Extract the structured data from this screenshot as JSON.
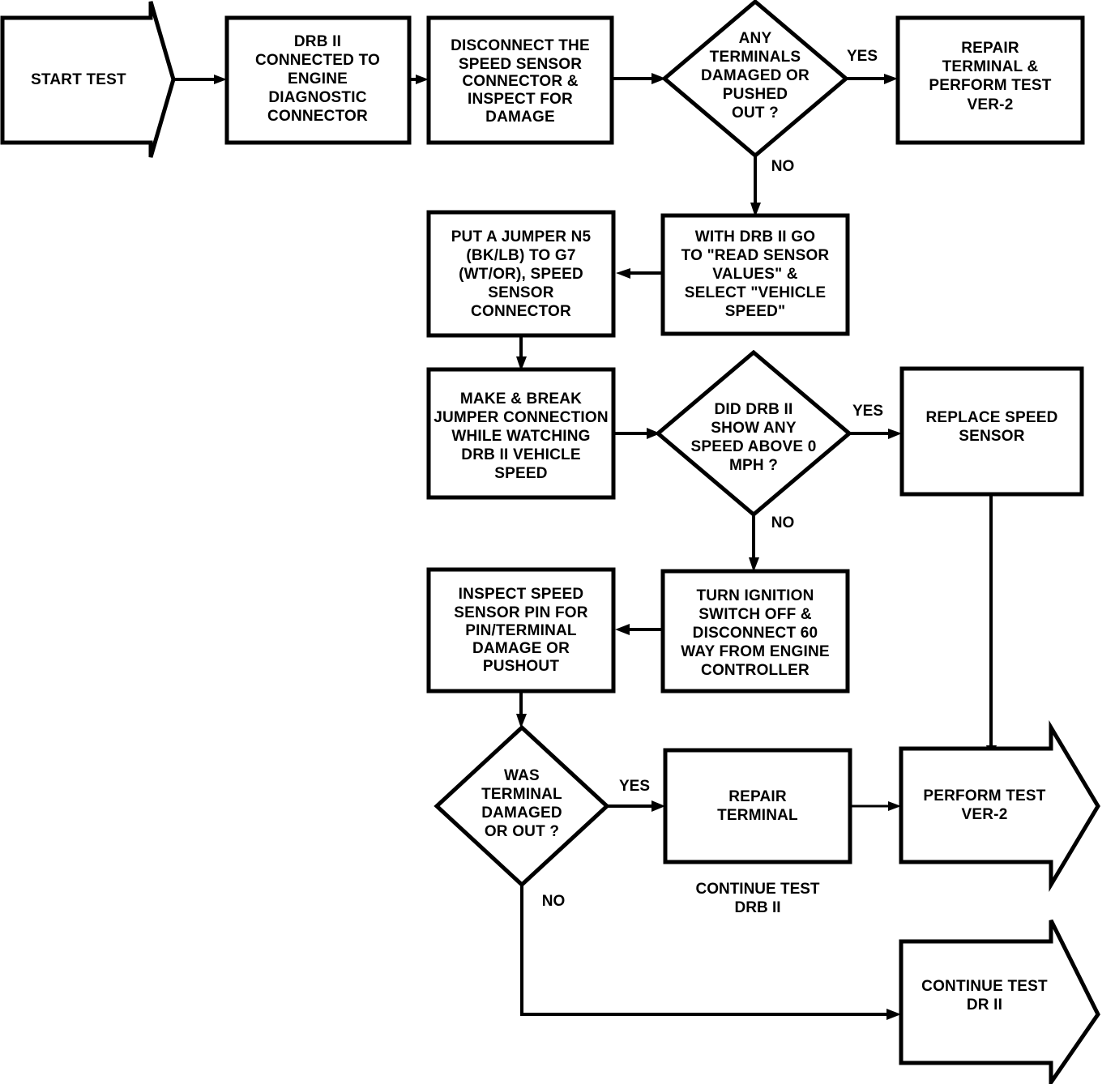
{
  "diagram": {
    "type": "flowchart",
    "title": "Vehicle Speed Sensor Diagnostic Test Flowchart",
    "nodes": [
      {
        "id": "start-test",
        "shape": "arrow-right",
        "lines": [
          "START TEST"
        ]
      },
      {
        "id": "drb-connected",
        "shape": "process",
        "lines": [
          "DRB II",
          "CONNECTED TO",
          "ENGINE",
          "DIAGNOSTIC",
          "CONNECTOR"
        ]
      },
      {
        "id": "disconnect-speed-sensor",
        "shape": "process",
        "lines": [
          "DISCONNECT THE",
          "SPEED SENSOR",
          "CONNECTOR &",
          "INSPECT FOR",
          "DAMAGE"
        ]
      },
      {
        "id": "any-terminals-damaged",
        "shape": "decision",
        "lines": [
          "ANY",
          "TERMINALS",
          "DAMAGED OR",
          "PUSHED",
          "OUT ?"
        ]
      },
      {
        "id": "repair-terminal-perform-test",
        "shape": "process",
        "lines": [
          "REPAIR",
          "TERMINAL &",
          "PERFORM TEST",
          "VER-2"
        ]
      },
      {
        "id": "with-drb-read-sensor",
        "shape": "process",
        "lines": [
          "WITH DRB II GO",
          "TO \"READ SENSOR",
          "VALUES\" &",
          "SELECT \"VEHICLE",
          "SPEED\""
        ]
      },
      {
        "id": "put-a-jumper",
        "shape": "process",
        "lines": [
          "PUT A JUMPER N5",
          "(BK/LB) TO G7",
          "(WT/OR), SPEED",
          "SENSOR",
          "CONNECTOR"
        ]
      },
      {
        "id": "make-break-jumper",
        "shape": "process",
        "lines": [
          "MAKE & BREAK",
          "JUMPER CONNECTION",
          "WHILE WATCHING",
          "DRB II VEHICLE",
          "SPEED"
        ]
      },
      {
        "id": "did-drb-show-speed",
        "shape": "decision",
        "lines": [
          "DID DRB II",
          "SHOW ANY",
          "SPEED ABOVE 0",
          "MPH ?"
        ]
      },
      {
        "id": "replace-speed-sensor",
        "shape": "process",
        "lines": [
          "REPLACE SPEED",
          "SENSOR"
        ]
      },
      {
        "id": "turn-ignition-off",
        "shape": "process",
        "lines": [
          "TURN IGNITION",
          "SWITCH OFF &",
          "DISCONNECT 60",
          "WAY FROM ENGINE",
          "CONTROLLER"
        ]
      },
      {
        "id": "inspect-speed-sensor-pin",
        "shape": "process",
        "lines": [
          "INSPECT SPEED",
          "SENSOR PIN FOR",
          "PIN/TERMINAL",
          "DAMAGE OR",
          "PUSHOUT"
        ]
      },
      {
        "id": "was-terminal-damaged",
        "shape": "decision",
        "lines": [
          "WAS",
          "TERMINAL",
          "DAMAGED",
          "OR OUT ?"
        ]
      },
      {
        "id": "repair-terminal",
        "shape": "process",
        "lines": [
          "REPAIR",
          "TERMINAL"
        ]
      },
      {
        "id": "perform-test-ver2",
        "shape": "arrow-right",
        "lines": [
          "PERFORM TEST",
          "VER-2"
        ]
      },
      {
        "id": "continue-test-dr2",
        "shape": "arrow-right",
        "lines": [
          "CONTINUE TEST",
          "DR II"
        ]
      }
    ],
    "edge_labels": [
      {
        "id": "yes-terminals-damaged",
        "text": "YES"
      },
      {
        "id": "no-terminals-damaged",
        "text": "NO"
      },
      {
        "id": "yes-drb-show-speed",
        "text": "YES"
      },
      {
        "id": "no-drb-show-speed",
        "text": "NO"
      },
      {
        "id": "yes-was-terminal-damaged",
        "text": "YES"
      },
      {
        "id": "no-was-terminal-damaged",
        "text": "NO"
      }
    ],
    "free_labels": [
      {
        "id": "continue-test-drb2-note",
        "lines": [
          "CONTINUE TEST",
          "DRB II"
        ]
      }
    ],
    "colors": {
      "background": "#ffffff",
      "stroke": "#000000",
      "text": "#000000"
    }
  }
}
